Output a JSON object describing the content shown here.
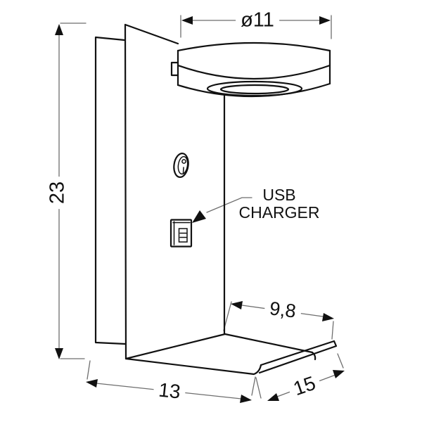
{
  "dimensions": {
    "head_diameter": {
      "label": "ø11"
    },
    "height": {
      "label": "23"
    },
    "shelf_depth": {
      "label": "9,8"
    },
    "body_depth": {
      "label": "13"
    },
    "width": {
      "label": "15"
    }
  },
  "callout": {
    "line1": "USB",
    "line2": "CHARGER"
  },
  "colors": {
    "outline": "#111111",
    "dimension_lines": "#6e6e6e",
    "background": "#ffffff"
  }
}
